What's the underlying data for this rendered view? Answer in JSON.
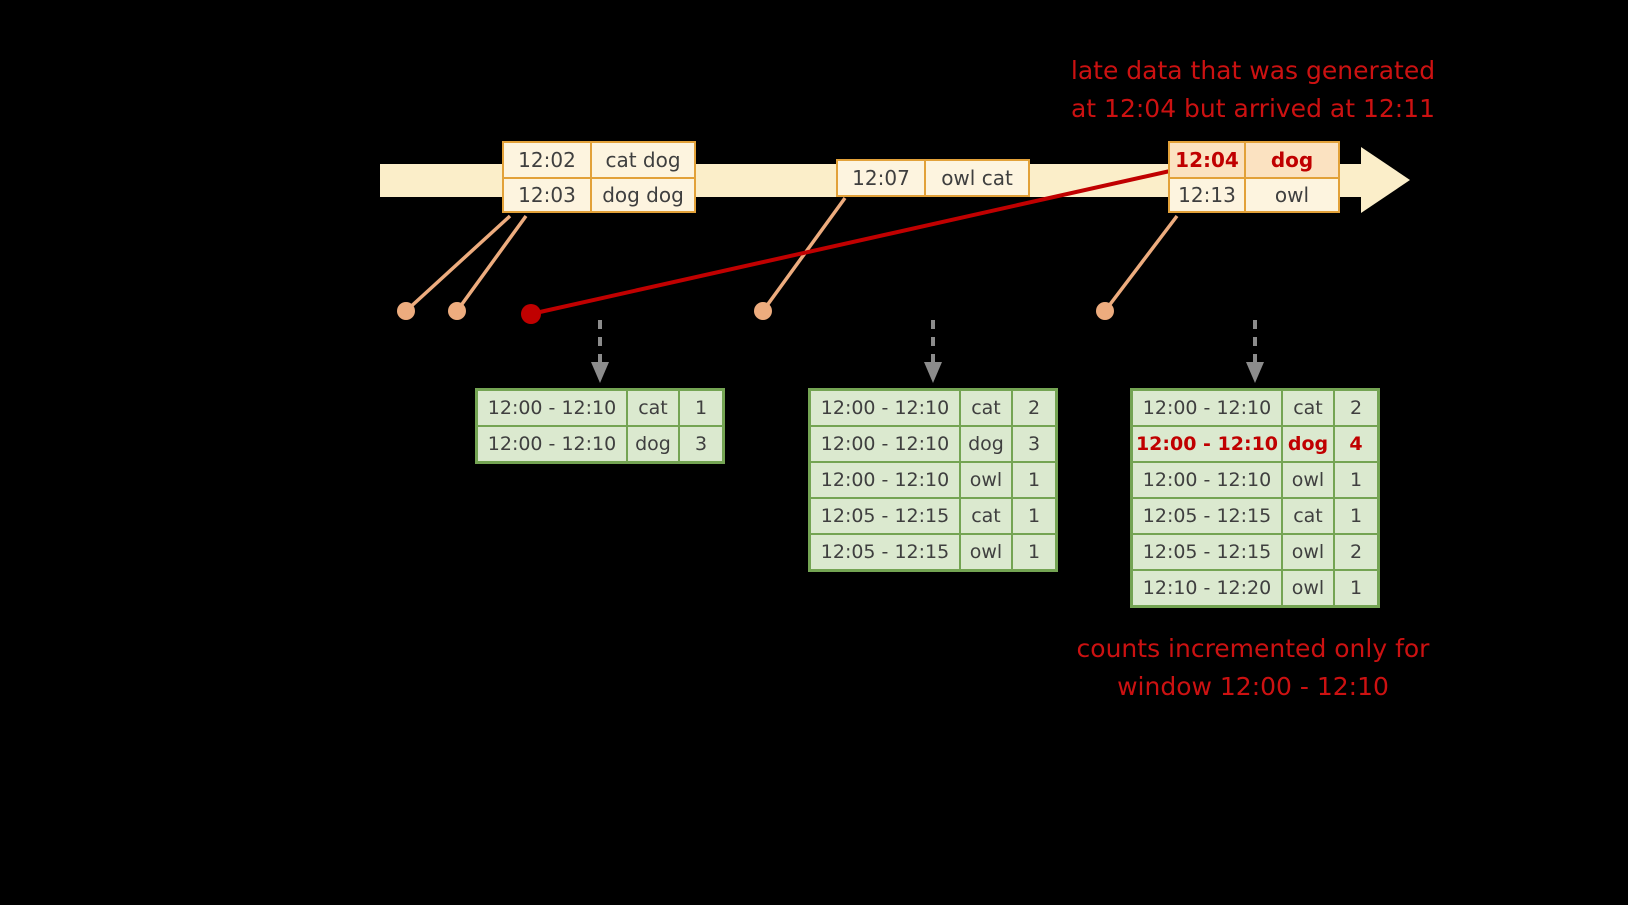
{
  "colors": {
    "background": "#000000",
    "timeline_arrow": "#fbeec9",
    "event_box_fill": "#fdf4df",
    "event_box_late_fill": "#fbe2c1",
    "event_box_border": "#e2a139",
    "connector_dot": "#edac7e",
    "late_line": "#c00000",
    "dashed_arrow": "#8c8c8c",
    "table_border": "#74a453",
    "table_cell_fill": "#dbe9cf",
    "table_text": "#3f3f3f",
    "late_text": "#c00000",
    "annotation_text": "#cc1111"
  },
  "annotations": {
    "late_data_line1": "late data that was generated",
    "late_data_line2": "at 12:04 but arrived at 12:11",
    "counts_line1": "counts incremented only for",
    "counts_line2": "window 12:00 - 12:10"
  },
  "timeline_events": [
    {
      "rows": [
        {
          "time": "12:02",
          "words": "cat dog"
        },
        {
          "time": "12:03",
          "words": "dog dog"
        }
      ]
    },
    {
      "rows": [
        {
          "time": "12:07",
          "words": "owl cat"
        }
      ]
    },
    {
      "rows": [
        {
          "time": "12:04",
          "words": "dog"
        },
        {
          "time": "12:13",
          "words": "owl"
        }
      ]
    }
  ],
  "result_tables": [
    {
      "rows": [
        {
          "window": "12:00 - 12:10",
          "word": "cat",
          "count": "1"
        },
        {
          "window": "12:00 - 12:10",
          "word": "dog",
          "count": "3"
        }
      ]
    },
    {
      "rows": [
        {
          "window": "12:00 - 12:10",
          "word": "cat",
          "count": "2"
        },
        {
          "window": "12:00 - 12:10",
          "word": "dog",
          "count": "3"
        },
        {
          "window": "12:00 - 12:10",
          "word": "owl",
          "count": "1"
        },
        {
          "window": "12:05 - 12:15",
          "word": "cat",
          "count": "1"
        },
        {
          "window": "12:05 - 12:15",
          "word": "owl",
          "count": "1"
        }
      ]
    },
    {
      "rows": [
        {
          "window": "12:00 - 12:10",
          "word": "cat",
          "count": "2"
        },
        {
          "window": "12:00 - 12:10",
          "word": "dog",
          "count": "4"
        },
        {
          "window": "12:00 - 12:10",
          "word": "owl",
          "count": "1"
        },
        {
          "window": "12:05 - 12:15",
          "word": "cat",
          "count": "1"
        },
        {
          "window": "12:05 - 12:15",
          "word": "owl",
          "count": "2"
        },
        {
          "window": "12:10 - 12:20",
          "word": "owl",
          "count": "1"
        }
      ]
    }
  ]
}
